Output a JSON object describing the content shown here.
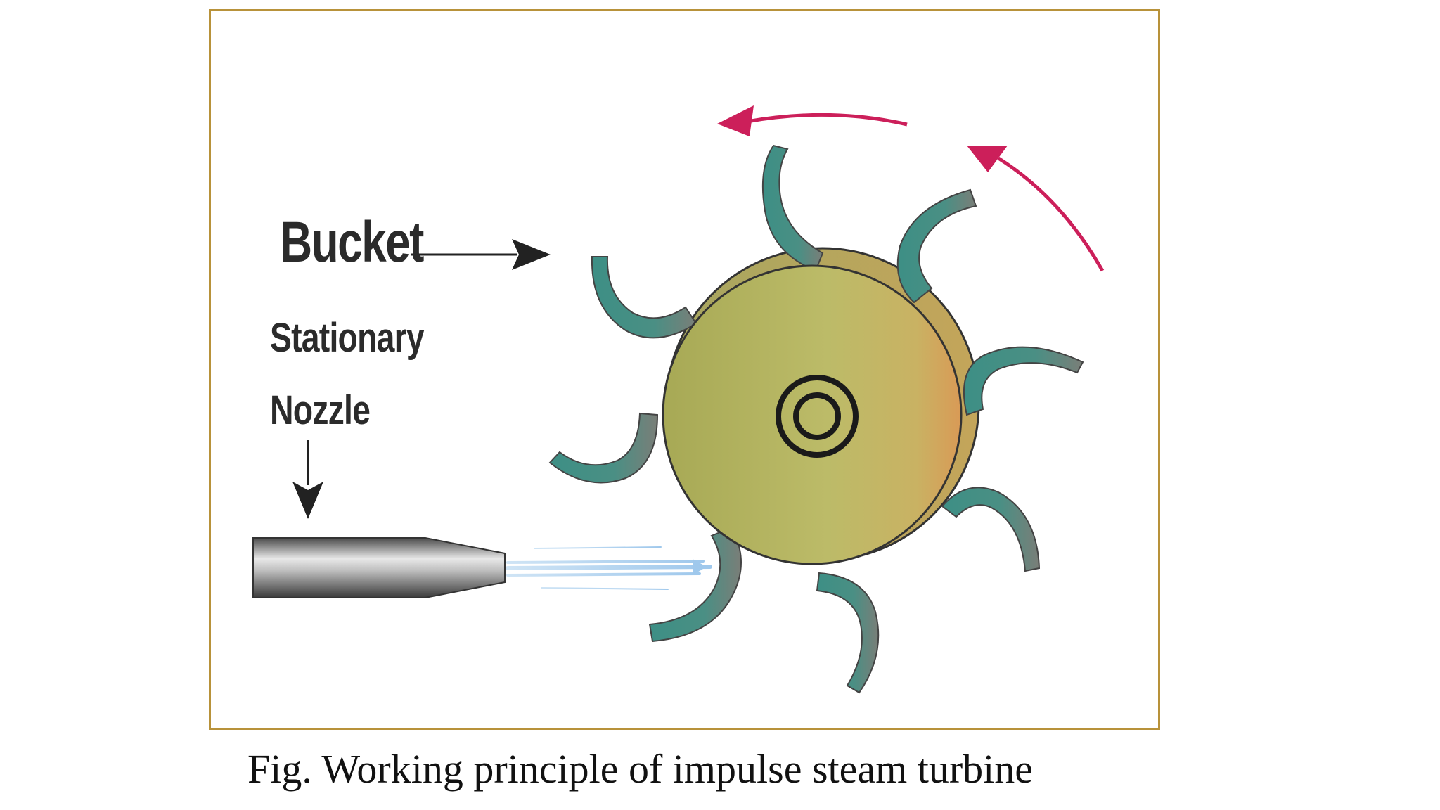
{
  "diagram": {
    "labels": {
      "bucket": "Bucket",
      "stationary": "Stationary",
      "nozzle": "Nozzle"
    },
    "caption": "Fig. Working principle of impulse steam turbine",
    "colors": {
      "frame": "#b8923a",
      "wheel": "#b9b868",
      "bucket": "#3c8a80",
      "rotation_arrow": "#cc1f5a",
      "nozzle": "#7d7d7d",
      "steam_jet": "#a9cfee",
      "pointer": "#222222"
    },
    "icons": [
      "bucket-pointer-arrow-icon",
      "nozzle-pointer-arrow-icon",
      "rotation-arrow-icon"
    ]
  }
}
